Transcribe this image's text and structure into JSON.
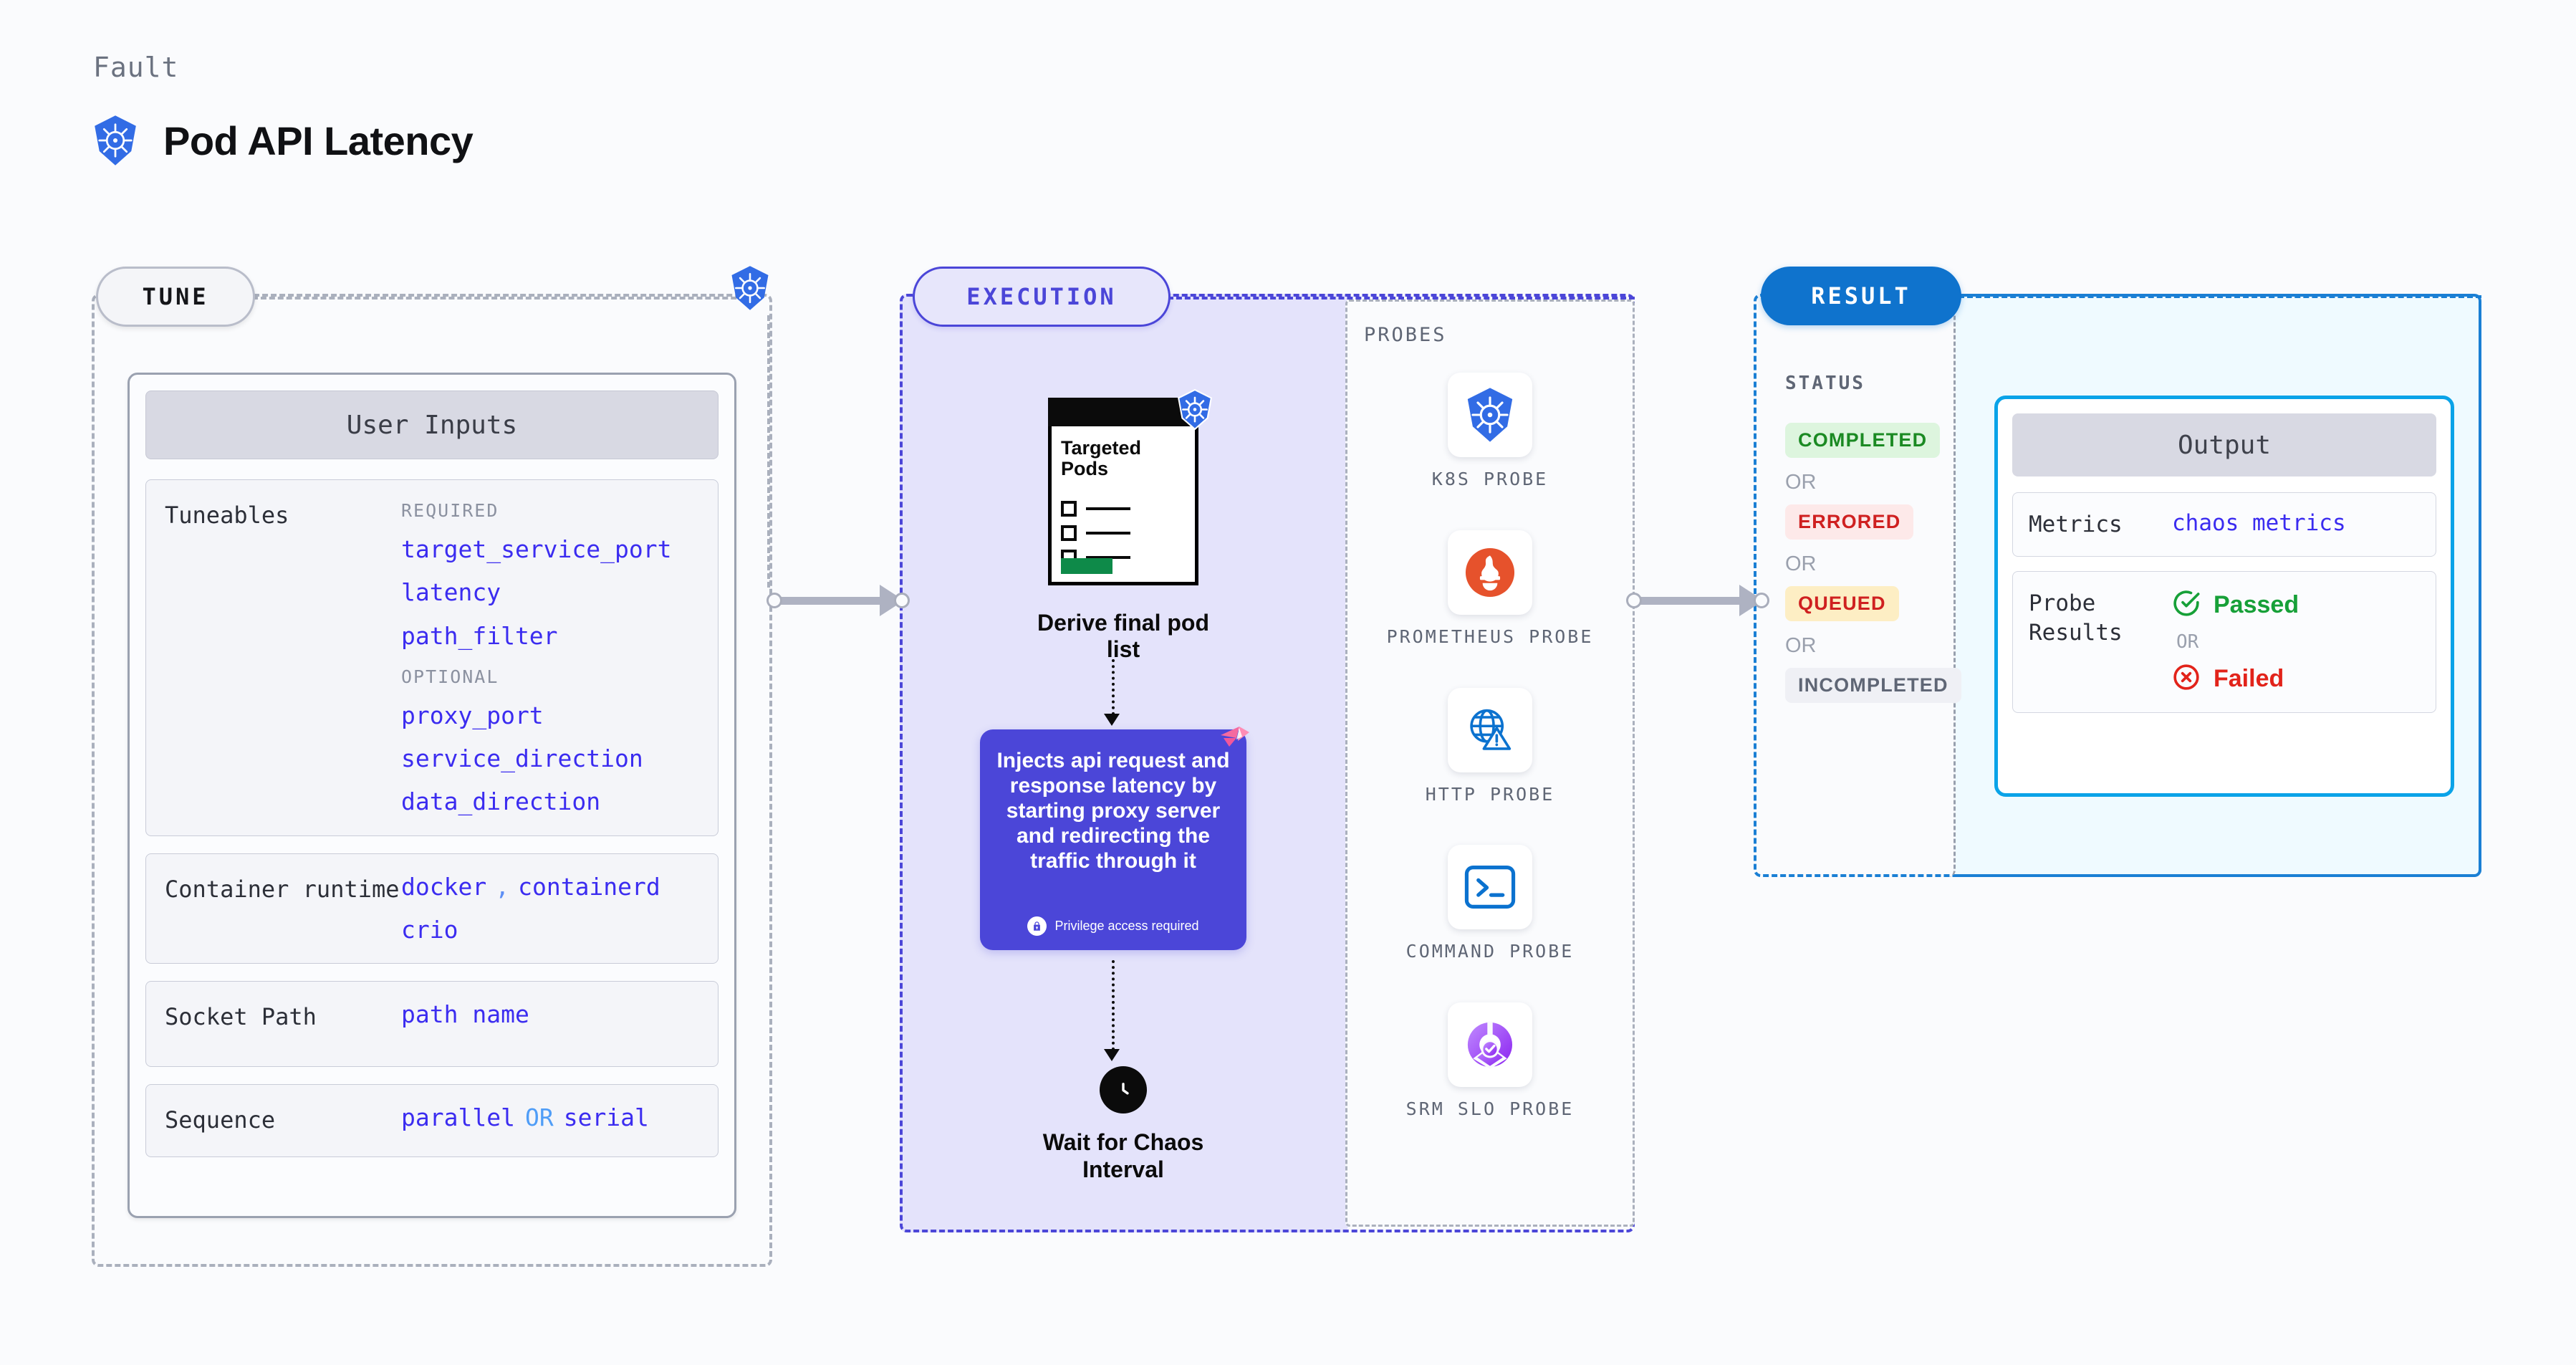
{
  "header": {
    "eyebrow": "Fault",
    "title": "Pod API Latency",
    "icon": "kubernetes-icon"
  },
  "sections": {
    "tune": {
      "badge": "TUNE"
    },
    "execution": {
      "badge": "EXECUTION"
    },
    "result": {
      "badge": "RESULT"
    }
  },
  "tune": {
    "card_title": "User Inputs",
    "rows": [
      {
        "key": "Tuneables",
        "groups": [
          {
            "label": "REQUIRED",
            "values": [
              "target_service_port",
              "latency",
              "path_filter"
            ]
          },
          {
            "label": "OPTIONAL",
            "values": [
              "proxy_port",
              "service_direction",
              "data_direction"
            ]
          }
        ]
      },
      {
        "key": "Container runtime",
        "values_line1": "docker",
        "separator": ",",
        "values_line1b": "containerd",
        "values_line2": "crio"
      },
      {
        "key": "Socket Path",
        "value": "path name"
      },
      {
        "key": "Sequence",
        "value_a": "parallel",
        "or": "OR",
        "value_b": "serial"
      }
    ]
  },
  "execution": {
    "targeted_pods_title": "Targeted Pods",
    "derive_caption": "Derive final pod list",
    "inject_text": "Injects api request and response latency by starting proxy server and redirecting the traffic through it",
    "privilege_note": "Privilege access required",
    "wait_caption": "Wait for Chaos Interval",
    "pods_icon": "kubernetes-icon",
    "litmus_icon": "litmus-chaos-icon",
    "lock_icon": "lock-icon",
    "clock_icon": "clock-icon"
  },
  "probes": {
    "label": "PROBES",
    "items": [
      {
        "name": "K8S PROBE",
        "icon": "kubernetes-icon"
      },
      {
        "name": "PROMETHEUS PROBE",
        "icon": "prometheus-icon"
      },
      {
        "name": "HTTP PROBE",
        "icon": "globe-warning-icon"
      },
      {
        "name": "COMMAND PROBE",
        "icon": "terminal-icon"
      },
      {
        "name": "SRM SLO PROBE",
        "icon": "srm-slo-icon"
      }
    ]
  },
  "result": {
    "status_label": "STATUS",
    "or_label": "OR",
    "statuses": [
      {
        "label": "COMPLETED",
        "bg": "#ddf5de",
        "fg": "#1b8a23"
      },
      {
        "label": "ERRORED",
        "bg": "#fde9e9",
        "fg": "#cf2020"
      },
      {
        "label": "QUEUED",
        "bg": "#fdeec4",
        "fg": "#cf2020"
      },
      {
        "label": "INCOMPLETED",
        "bg": "#eff0f5",
        "fg": "#5f6675"
      }
    ]
  },
  "output": {
    "card_title": "Output",
    "metrics_key": "Metrics",
    "metrics_value": "chaos metrics",
    "probe_results_key": "Probe Results",
    "passed_label": "Passed",
    "failed_label": "Failed",
    "or_label": "OR",
    "passed_icon": "check-circle-icon",
    "failed_icon": "x-circle-icon"
  },
  "colors": {
    "accent_purple": "#4b46d8",
    "accent_blue": "#0f73cd",
    "accent_cyan": "#0aa3e8",
    "mono_value": "#3b2cf0",
    "k8s_blue": "#326ce5",
    "prometheus_orange": "#e6522c",
    "pass_green": "#17a038",
    "fail_red": "#e2231a"
  }
}
